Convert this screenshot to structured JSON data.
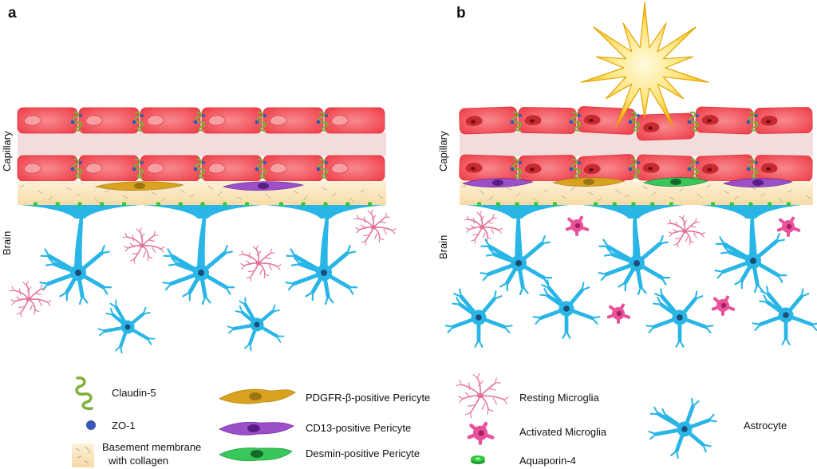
{
  "panels": [
    {
      "letter": "a",
      "capillary_label": "Capillary",
      "brain_label": "Brain"
    },
    {
      "letter": "b",
      "capillary_label": "Capillary",
      "brain_label": "Brain"
    }
  ],
  "legend": {
    "claudin5": "Claudin-5",
    "zo1": "ZO-1",
    "basement_line1": "Basement membrane",
    "basement_line2": "with collagen",
    "pdgfr": "PDGFR-β-positive Pericyte",
    "cd13": "CD13-positive Pericyte",
    "desmin": "Desmin-positive Pericyte",
    "resting_microglia": "Resting Microglia",
    "activated_microglia": "Activated Microglia",
    "aquaporin4": "Aquaporin-4",
    "astrocyte": "Astrocyte"
  },
  "colors": {
    "endothelial": "#f0414b",
    "endothelial_light": "#f7a0a4",
    "lumen": "#f3dcdc",
    "basement": "#fbe6bf",
    "astrocyte": "#29b6e6",
    "astro_nucleus": "#1b4e78",
    "microglia_resting": "#e4739c",
    "microglia_active": "#e8529a",
    "pericyte_pdgfr": "#d9a21f",
    "pericyte_cd13": "#9b4fc9",
    "pericyte_desmin": "#38c75a",
    "aquaporin": "#2ec73f",
    "claudin": "#7fae3a",
    "zo1": "#3a56b5",
    "burst": "#f5c518"
  }
}
